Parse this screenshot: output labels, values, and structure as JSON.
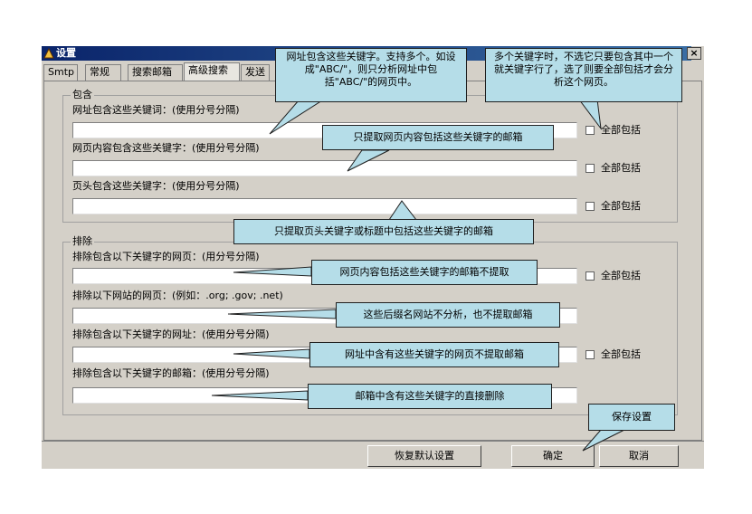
{
  "window": {
    "title": "设置",
    "close_label": "×"
  },
  "tabs": [
    {
      "label": "Smtp"
    },
    {
      "label": "常规"
    },
    {
      "label": "搜索邮箱"
    },
    {
      "label": "高级搜索"
    },
    {
      "label": "发送"
    }
  ],
  "include_group": {
    "legend": "包含",
    "url_label": "网址包含这些关键词：(使用分号分隔)",
    "content_label": "网页内容包含这些关键字：(使用分号分隔)",
    "header_label": "页头包含这些关键字：(使用分号分隔)",
    "all_include_label": "全部包括"
  },
  "exclude_group": {
    "legend": "排除",
    "page_label": "排除包含以下关键字的网页：(用分号分隔)",
    "site_label": "排除以下网站的网页：(例如：.org; .gov; .net)",
    "url_label": "排除包含以下关键字的网址：(使用分号分隔)",
    "email_label": "排除包含以下关键字的邮箱：(使用分号分隔)",
    "all_include_label": "全部包括"
  },
  "buttons": {
    "restore_defaults": "恢复默认设置",
    "ok": "确定",
    "cancel": "取消"
  },
  "callouts": {
    "url_keywords": "网址包含这些关键字。支持多个。如设成\"ABC/\"，则只分析网址中包括\"ABC/\"的网页中。",
    "multi_keywords": "多个关键字时，不选它只要包含其中一个就关键字行了，选了则要全部包括才会分析这个网页。",
    "content_keywords": "只提取网页内容包括这些关键字的邮箱",
    "header_keywords": "只提取页头关键字或标题中包括这些关键字的邮箱",
    "exclude_content": "网页内容包括这些关键字的邮箱不提取",
    "exclude_sites": "这些后缀名网站不分析，也不提取邮箱",
    "exclude_url": "网址中含有这些关键字的网页不提取邮箱",
    "exclude_email": "邮箱中含有这些关键字的直接删除",
    "save_settings": "保存设置"
  }
}
